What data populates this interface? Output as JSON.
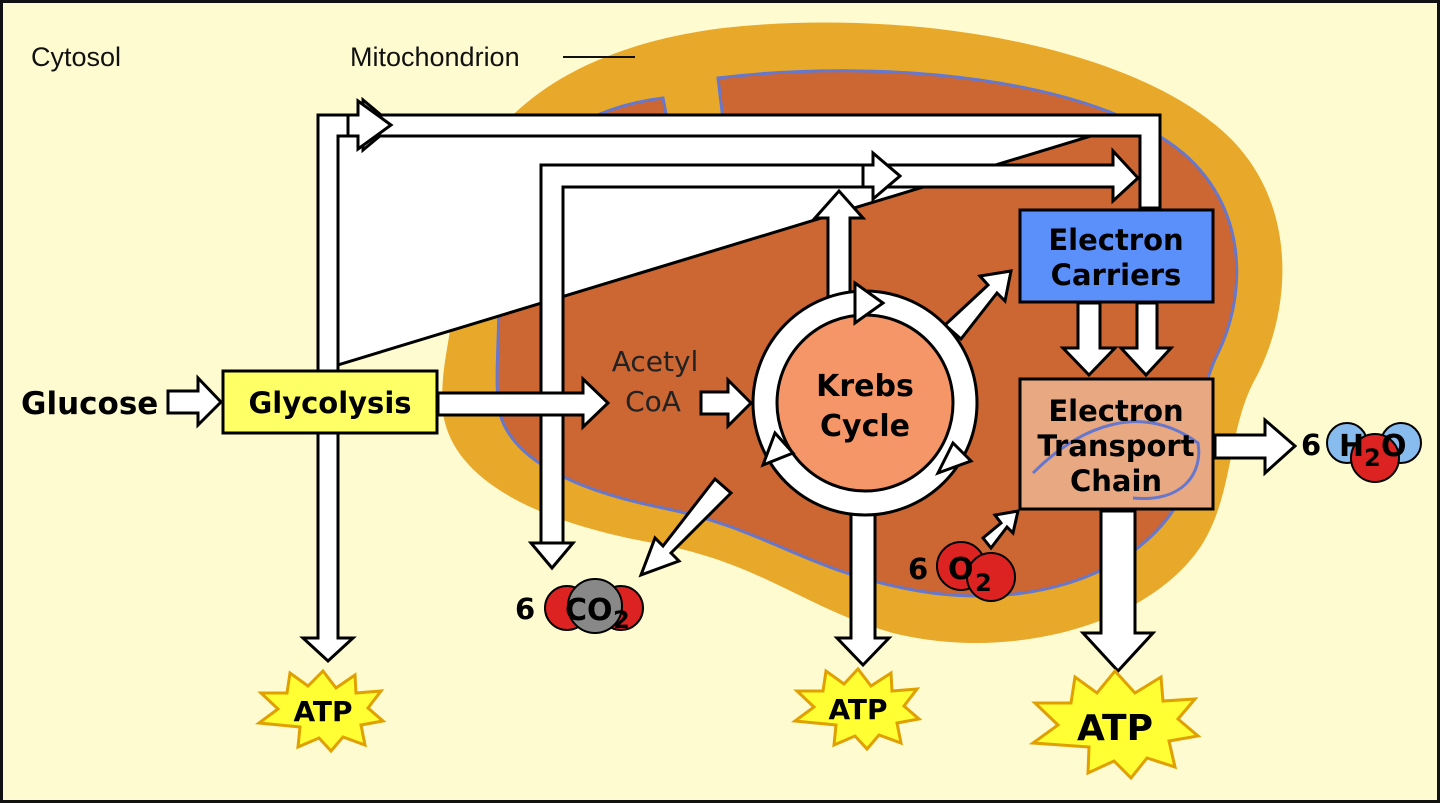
{
  "labels": {
    "cytosol": "Cytosol",
    "mitochondrion": "Mitochondrion",
    "glucose": "Glucose",
    "glycolysis": "Glycolysis",
    "acetyl_line1": "Acetyl",
    "acetyl_line2": "CoA",
    "krebs_line1": "Krebs",
    "krebs_line2": "Cycle",
    "electron_carriers_line1": "Electron",
    "electron_carriers_line2": "Carriers",
    "etc_line1": "Electron",
    "etc_line2": "Transport",
    "etc_line3": "Chain"
  },
  "molecules": {
    "co2": {
      "coefficient": "6",
      "formula": "CO",
      "subscript": "2"
    },
    "o2": {
      "coefficient": "6",
      "formula": "O",
      "subscript": "2"
    },
    "h2o": {
      "coefficient": "6",
      "formula": "H",
      "subscript": "2",
      "formula_tail": "O"
    }
  },
  "atp": {
    "glycolysis_atp": "ATP",
    "krebs_atp": "ATP",
    "etc_atp": "ATP"
  },
  "colors": {
    "background": "#fffbd0",
    "outer_membrane": "#e8a82a",
    "matrix": "#cc6633",
    "inner_membrane_line": "#6677cc",
    "glycolysis_box": "#ffff66",
    "electron_carriers_box": "#5b8ff9",
    "etc_box": "#e8a882",
    "krebs_circle": "#f59668",
    "atp_burst": "#ffff33",
    "oxygen_atom": "#dd2222",
    "carbon_atom": "#888888",
    "hydrogen_atom": "#88bbee"
  }
}
